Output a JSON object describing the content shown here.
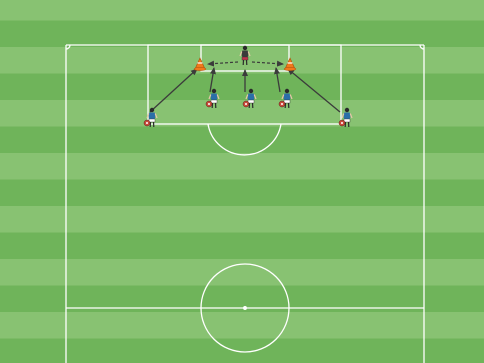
{
  "drill": {
    "pitch": {
      "grass_dark": "#6fb45a",
      "grass_light": "#88c272",
      "line_color": "#ffffff"
    },
    "cones": [
      {
        "name": "cone-left",
        "color": "#f07a1a"
      },
      {
        "name": "cone-right",
        "color": "#f07a1a"
      }
    ],
    "goalkeeper": {
      "shirt": "#3a3a3a",
      "shorts": "#c0334a"
    },
    "players": [
      {
        "name": "player-1",
        "shirt": "#2a6fa8",
        "shorts": "#ffffff",
        "ball": "#c94a3b"
      },
      {
        "name": "player-2",
        "shirt": "#2a6fa8",
        "shorts": "#ffffff",
        "ball": "#c94a3b"
      },
      {
        "name": "player-3",
        "shirt": "#2a6fa8",
        "shorts": "#ffffff",
        "ball": "#c94a3b"
      },
      {
        "name": "player-4",
        "shirt": "#2a6fa8",
        "shorts": "#ffffff",
        "ball": "#c94a3b"
      },
      {
        "name": "player-5",
        "shirt": "#2a6fa8",
        "shorts": "#ffffff",
        "ball": "#c94a3b"
      }
    ],
    "arrow_color": "#3b3b3b"
  }
}
